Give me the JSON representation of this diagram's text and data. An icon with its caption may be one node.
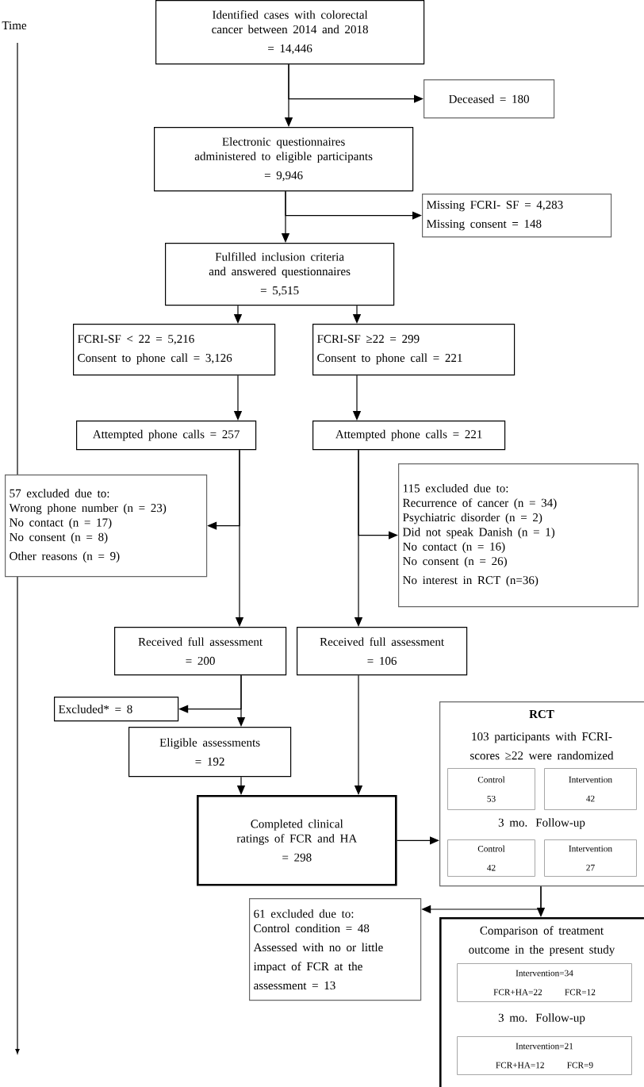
{
  "diagram": {
    "nodes": [
      {
        "text": [
          "Identified cases with colorectal cancer between 2014 and 2018",
          "= 14,446"
        ]
      },
      {
        "text": [
          "Deceased = 180"
        ]
      },
      {
        "text": [
          "Electronic questionnaires administered to eligible participants",
          "= 9,946"
        ]
      },
      {
        "text": [
          "Missing FCRI- SF = 4,283",
          "Missing consent = 148"
        ]
      },
      {
        "text": [
          "Fulfilled inclusion criteria and answered questionnaires",
          "= 5,515"
        ]
      },
      {
        "text": [
          "FCRI-SF < 22 = 5,216",
          "Consent to phone call = 3,126"
        ]
      },
      {
        "text": [
          "FCRI-SF ≥22 = 299",
          "Consent to phone call = 221"
        ]
      },
      {
        "text": [
          "Attempted phone calls = 257"
        ]
      },
      {
        "text": [
          "Attempted phone calls = 221"
        ]
      },
      {
        "text": [
          "57 excluded due to:",
          "Wrong phone number (n = 23)",
          "No contact (n = 17)",
          "No consent (n = 8)",
          "Other reasons (n = 9)"
        ]
      },
      {
        "text": [
          "115 excluded due to:",
          "Recurrence of cancer (n = 34)",
          "Psychiatric disorder (n = 2)",
          "Did not speak Danish (n = 1)",
          "No contact (n = 16)",
          "No consent (n = 26)",
          "No interest in RCT (n=36)"
        ]
      },
      {
        "text": [
          "Received full assessment",
          "= 200"
        ]
      },
      {
        "text": [
          "Received full assessment",
          "= 106"
        ]
      },
      {
        "text": [
          "Excluded* = 8"
        ]
      },
      {
        "text": [
          "Eligible assessments",
          "= 192"
        ]
      },
      {
        "text": [
          "Completed clinical ratings of FCR and HA",
          "= 298"
        ]
      },
      {
        "text": [
          "RCT",
          "103 participants with FCRI-scores ≥22 were randomized",
          "3 mo. Follow-up"
        ]
      },
      {
        "text": [
          "Control",
          "53"
        ],
        "in": 16
      },
      {
        "text": [
          "Intervention",
          "42"
        ],
        "in": 16
      },
      {
        "text": [
          "Control",
          "42"
        ],
        "in": 16
      },
      {
        "text": [
          "Intervention",
          "27"
        ],
        "in": 16
      },
      {
        "text": [
          "61 excluded due to:",
          "Control condition = 48",
          "Assessed with no or little impact of FCR at the assessment = 13"
        ]
      },
      {
        "text": [
          "Comparison of treatment outcome in the present study",
          "3 mo. Follow-up"
        ]
      },
      {
        "text": [
          "Intervention=34",
          "FCR+HA=22",
          "FCR=12"
        ],
        "in": 22
      },
      {
        "text": [
          "Intervention=21",
          "FCR+HA=12",
          "FCR=9"
        ],
        "in": 22
      }
    ],
    "edges": [
      {
        "from": 0,
        "to": 2,
        "arrow": "to"
      },
      {
        "from": 0,
        "to": 1,
        "arrow": "to"
      },
      {
        "from": 2,
        "to": 3,
        "arrow": "to"
      },
      {
        "from": 2,
        "to": 4,
        "arrow": "to"
      },
      {
        "from": 4,
        "to": 5,
        "arrow": "to"
      },
      {
        "from": 4,
        "to": 6,
        "arrow": "to"
      },
      {
        "from": 5,
        "to": 7,
        "arrow": "to"
      },
      {
        "from": 6,
        "to": 8,
        "arrow": "to"
      },
      {
        "from": 7,
        "to": 11,
        "arrow": "to"
      },
      {
        "from": 7,
        "to": 9,
        "arrow": "to"
      },
      {
        "from": 8,
        "to": 12,
        "arrow": "to"
      },
      {
        "from": 8,
        "to": 10,
        "arrow": "to"
      },
      {
        "from": 11,
        "to": 14,
        "arrow": "to"
      },
      {
        "from": 11,
        "to": 13,
        "arrow": "to"
      },
      {
        "from": 14,
        "to": 15,
        "arrow": "to"
      },
      {
        "from": 12,
        "to": 15,
        "arrow": "to"
      },
      {
        "from": 15,
        "to": 16,
        "arrow": "to"
      },
      {
        "from": 16,
        "to": 22,
        "arrow": "to"
      },
      {
        "from": 16,
        "to": 21,
        "arrow": "to"
      }
    ],
    "labels": [
      "Time"
    ]
  }
}
